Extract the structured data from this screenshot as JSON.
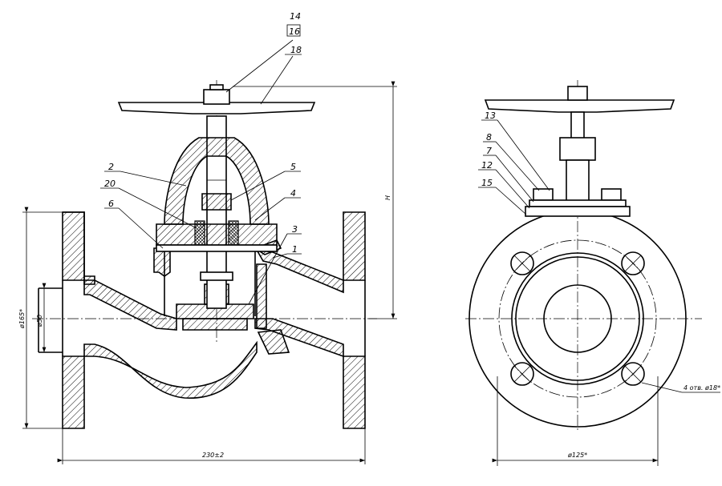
{
  "callouts": {
    "p14": "14",
    "p16": "16",
    "p18": "18",
    "p2": "2",
    "p5": "5",
    "p20": "20",
    "p4": "4",
    "p6": "6",
    "p3": "3",
    "p1": "1",
    "p13": "13",
    "p8": "8",
    "p7": "7",
    "p12": "12",
    "p15": "15"
  },
  "dimensions": {
    "height": "H",
    "flange_diameter": "ø165*",
    "bore_diameter": "ø50",
    "face_to_face": "230±2",
    "bolt_circle": "ø125*",
    "bolt_holes": "4 отв. ø18*"
  }
}
